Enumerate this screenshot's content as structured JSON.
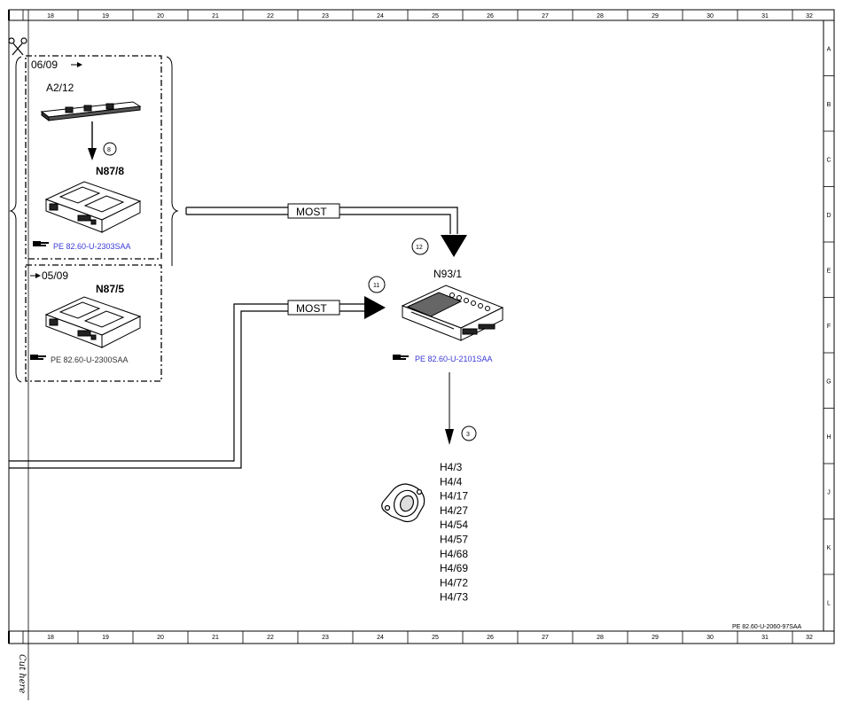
{
  "columns": [
    "18",
    "19",
    "20",
    "21",
    "22",
    "23",
    "24",
    "25",
    "26",
    "27",
    "28",
    "29",
    "30",
    "31",
    "32"
  ],
  "rows": [
    "A",
    "B",
    "C",
    "D",
    "E",
    "F",
    "G",
    "H",
    "J",
    "K",
    "L"
  ],
  "cut_label": "Cut here",
  "sheet_ref": "PE 82.60-U-2060-97SAA",
  "group_top": {
    "date": "06/09",
    "component_a": "A2/12",
    "connector_num": "8",
    "module": "N87/8",
    "ref": "PE 82.60-U-2303SAA"
  },
  "group_bottom": {
    "date": "05/09",
    "module": "N87/5",
    "ref": "PE 82.60-U-2300SAA"
  },
  "bus_top": {
    "label": "MOST",
    "connector_num": "12"
  },
  "bus_bottom": {
    "label": "MOST",
    "connector_num": "11"
  },
  "amplifier": {
    "name": "N93/1",
    "ref": "PE 82.60-U-2101SAA"
  },
  "speaker_connector_num": "3",
  "speakers": [
    "H4/3",
    "H4/4",
    "H4/17",
    "H4/27",
    "H4/54",
    "H4/57",
    "H4/68",
    "H4/69",
    "H4/72",
    "H4/73"
  ]
}
